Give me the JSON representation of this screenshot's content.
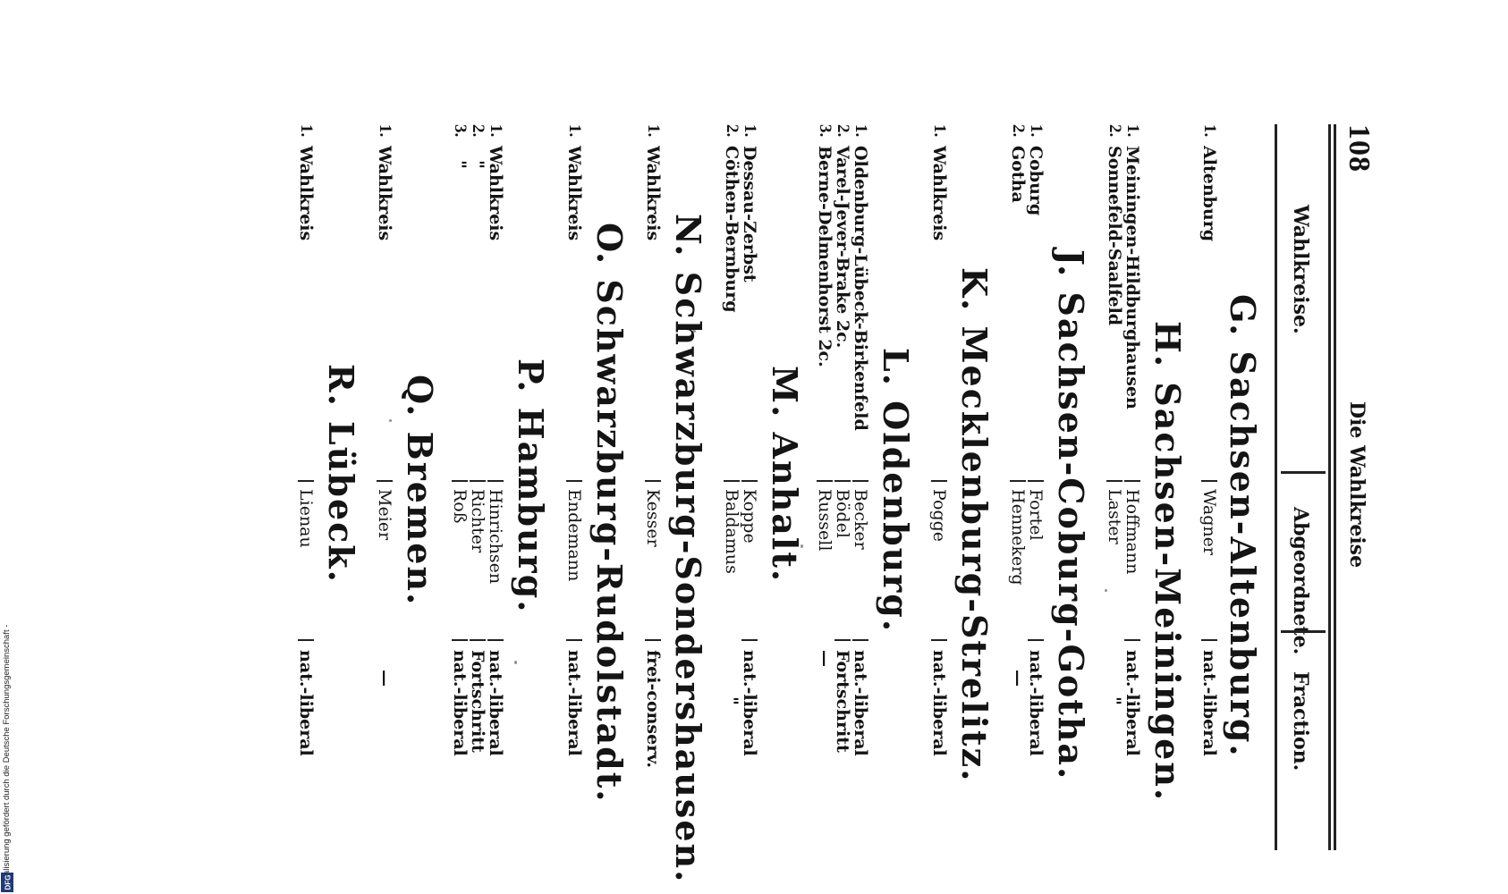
{
  "page": {
    "number": "108",
    "running_head": "Die Wahlkreise"
  },
  "columns": {
    "district": "Wahlkreise.",
    "deputy": "Abgeordnete.",
    "faction": "Fraction."
  },
  "sections": [
    {
      "title": "G. Sachsen-Altenburg.",
      "rows": [
        {
          "num": "1.",
          "district": "Altenburg",
          "deputy": "Wagner",
          "faction": "nat.-liberal"
        }
      ]
    },
    {
      "title": "H. Sachsen-Meiningen.",
      "rows": [
        {
          "num": "1.",
          "district": "Meiningen-Hildburghausen",
          "deputy": "Hoffmann",
          "faction": "nat.-liberal"
        },
        {
          "num": "2.",
          "district": "Sonnefeld-Saalfeld",
          "deputy": "Laster",
          "faction": "\""
        }
      ]
    },
    {
      "title": "J. Sachsen-Coburg-Gotha.",
      "rows": [
        {
          "num": "1.",
          "district": "Coburg",
          "deputy": "Fortel",
          "faction": "nat.-liberal"
        },
        {
          "num": "2.",
          "district": "Gotha",
          "deputy": "Hennekerg",
          "faction": "—"
        }
      ]
    },
    {
      "title": "K. Mecklenburg-Strelitz.",
      "rows": [
        {
          "num": "1.",
          "district": "Wahlkreis",
          "deputy": "Pogge",
          "faction": "nat.-liberal"
        }
      ]
    },
    {
      "title": "L. Oldenburg.",
      "rows": [
        {
          "num": "1.",
          "district": "Oldenburg-Lübeck-Birkenfeld",
          "deputy": "Becker",
          "faction": "nat.-liberal"
        },
        {
          "num": "2.",
          "district": "Varel-Jever-Brake 2c.",
          "deputy": "Bödel",
          "faction": "Fortschritt"
        },
        {
          "num": "3.",
          "district": "Berne-Delmenhorst 2c.",
          "deputy": "Russell",
          "faction": "—"
        }
      ]
    },
    {
      "title": "M. Anhalt.",
      "rows": [
        {
          "num": "1.",
          "district": "Dessau-Zerbst",
          "deputy": "Koppe",
          "faction": "nat.-liberal"
        },
        {
          "num": "2.",
          "district": "Cöthen-Bernburg",
          "deputy": "Baldamus",
          "faction": "\""
        }
      ]
    },
    {
      "title": "N. Schwarzburg-Sondershausen.",
      "rows": [
        {
          "num": "1.",
          "district": "Wahlkreis",
          "deputy": "Kesser",
          "faction": "frei-conserv."
        }
      ]
    },
    {
      "title": "O. Schwarzburg-Rudolstadt.",
      "rows": [
        {
          "num": "1.",
          "district": "Wahlkreis",
          "deputy": "Endemann",
          "faction": "nat.-liberal"
        }
      ]
    },
    {
      "title": "P. Hamburg.",
      "rows": [
        {
          "num": "1.",
          "district": "Wahlkreis",
          "deputy": "Hinrichsen",
          "faction": "nat.-liberal"
        },
        {
          "num": "2.",
          "district": "\"",
          "deputy": "Richter",
          "faction": "Fortschritt"
        },
        {
          "num": "3.",
          "district": "\"",
          "deputy": "Roß",
          "faction": "nat.-liberal"
        }
      ]
    },
    {
      "title": "Q. Bremen.",
      "rows": [
        {
          "num": "1.",
          "district": "Wahlkreis",
          "deputy": "Meier",
          "faction": "—"
        }
      ]
    },
    {
      "title": "R. Lübeck.",
      "rows": [
        {
          "num": "1.",
          "district": "Wahlkreis",
          "deputy": "Lienau",
          "faction": "nat.-liberal"
        }
      ]
    }
  ],
  "footer": {
    "credit": "Digitalisierung gefördert durch die Deutsche Forschungsgemeinschaft -",
    "logo": "DFG"
  }
}
